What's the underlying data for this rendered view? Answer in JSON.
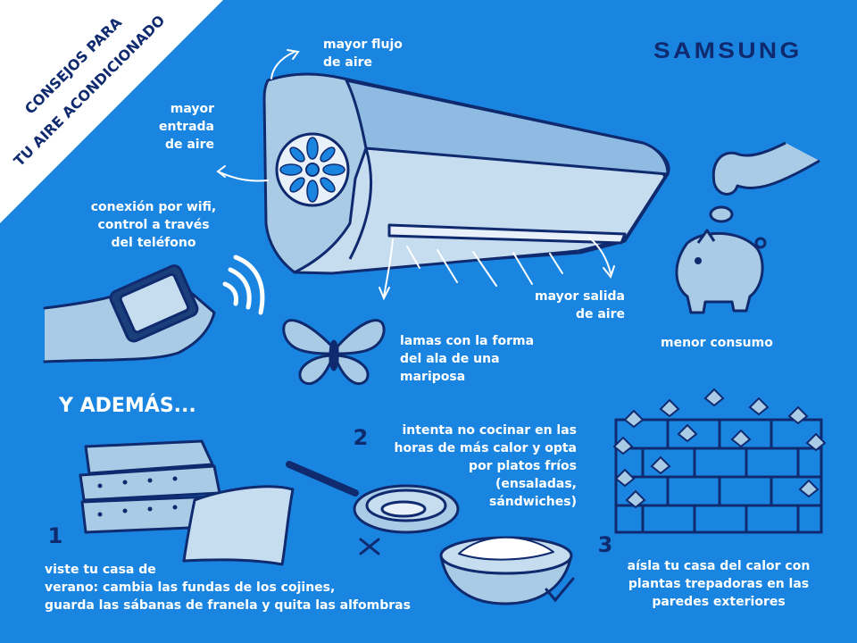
{
  "banner": {
    "line1": "CONSEJOS PARA",
    "line2": "TU AIRE ACONDICIONADO"
  },
  "brand": {
    "name": "SAMSUNG"
  },
  "labels": {
    "airflow": "mayor flujo\nde aire",
    "intake": "mayor\nentrada\nde aire",
    "wifi": "conexión por wifi,\ncontrol a través\ndel teléfono",
    "outlet": "mayor salida\nde aire",
    "louvers": "lamas con la forma\ndel ala de una\nmariposa",
    "consumption": "menor consumo"
  },
  "extras": {
    "heading": "Y ADEMÁS...",
    "tip1": {
      "number": "1",
      "text": "viste tu casa de\nverano: cambia las fundas de los cojines,\nguarda las sábanas de franela y quita las alfombras"
    },
    "tip2": {
      "number": "2",
      "text": "intenta no cocinar en las\nhoras de más calor y opta\npor platos fríos\n(ensaladas,\nsándwiches)"
    },
    "tip3": {
      "number": "3",
      "text": "aísla tu casa del calor con\nplantas trepadoras en las\nparedes exteriores"
    }
  },
  "colors": {
    "background": "#1a85e0",
    "ink": "#0f2a6e",
    "light": "#a9cbe6",
    "white": "#ffffff"
  },
  "icons": [
    "air-conditioner-illustration",
    "fan-icon",
    "wifi-icon",
    "phone-hand-icon",
    "butterfly-icon",
    "piggy-bank-icon",
    "coin-hand-icon",
    "cushions-icon",
    "frying-pan-icon",
    "salad-bowl-icon",
    "checkmark-icon",
    "cross-icon",
    "brick-wall-ivy-icon"
  ]
}
